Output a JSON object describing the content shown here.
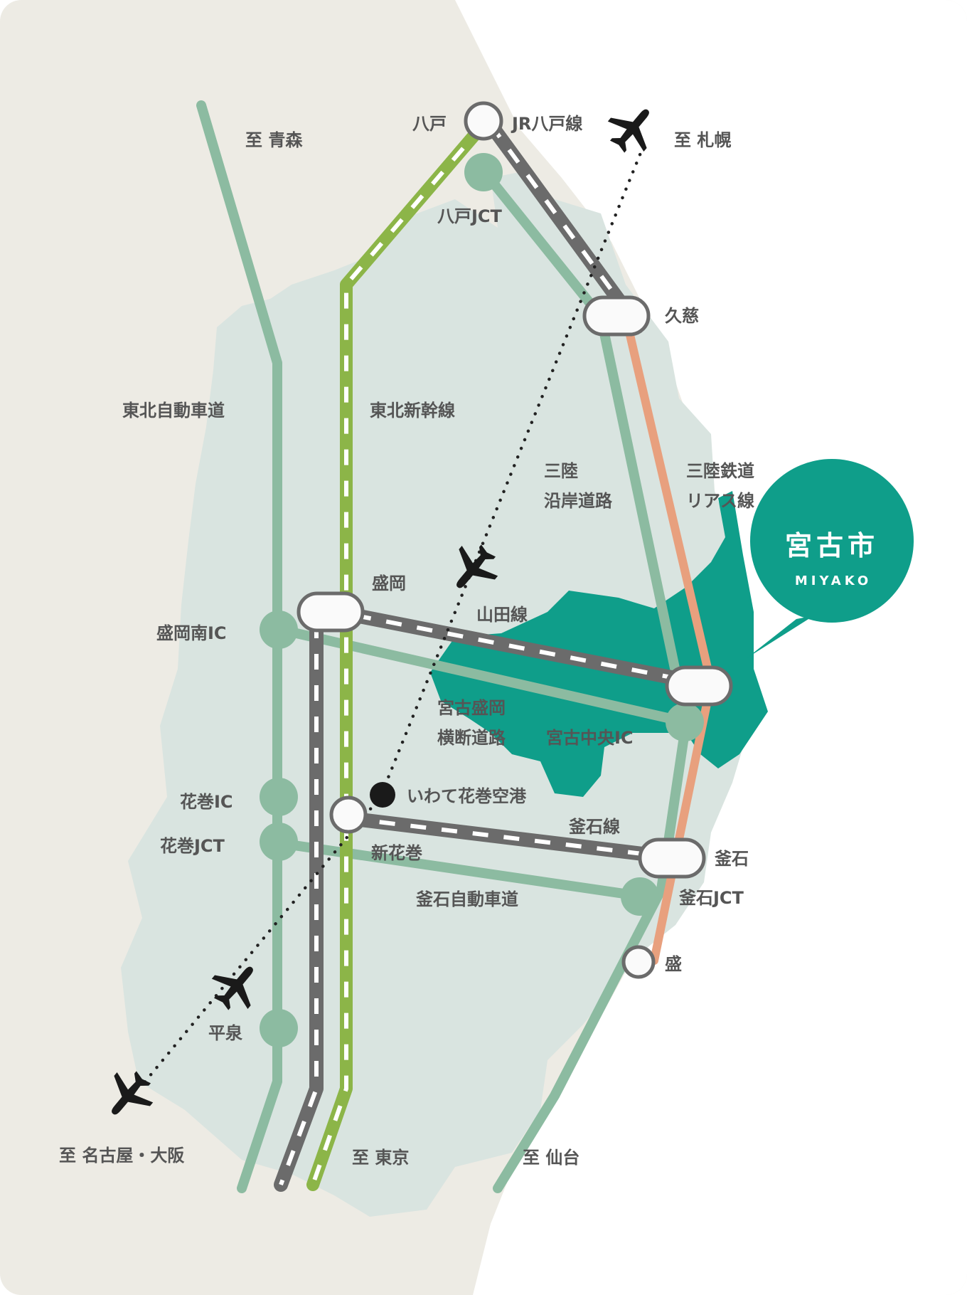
{
  "map": {
    "city": {
      "name": "宮古市",
      "romaji": "MIYAKO"
    },
    "directions": {
      "aomori": "至 青森",
      "sapporo": "至 札幌",
      "nagoya_osaka": "至 名古屋・大阪",
      "tokyo": "至 東京",
      "sendai": "至 仙台"
    },
    "routes": {
      "tohoku_expressway": "東北自動車道",
      "tohoku_shinkansen": "東北新幹線",
      "sanriku_road": [
        "三陸",
        "沿岸道路"
      ],
      "sanriku_railway": [
        "三陸鉄道",
        "リアス線"
      ],
      "jr_hachinohe_line": "JR八戸線",
      "yamada_line": "山田線",
      "kamaishi_line": "釜石線",
      "miyako_morioka_road": [
        "宮古盛岡",
        "横断道路"
      ],
      "kamaishi_expressway": "釜石自動車道"
    },
    "stations": {
      "hachinohe": "八戸",
      "kuji": "久慈",
      "morioka": "盛岡",
      "shin_hanamaki": "新花巻",
      "kamaishi": "釜石",
      "sakari": "盛"
    },
    "interchanges": {
      "hachinohe_jct": "八戸JCT",
      "morioka_minami_ic": "盛岡南IC",
      "miyako_chuo_ic": "宮古中央IC",
      "hanamaki_ic": "花巻IC",
      "hanamaki_jct": "花巻JCT",
      "kamaishi_jct": "釜石JCT",
      "hiraizumi": "平泉"
    },
    "airport": "いわて花巻空港",
    "colors": {
      "background": "#edebe4",
      "land": "#d9e4e0",
      "miyako_area": "#0f9e8a",
      "expressway": "#8cbba1",
      "shinkansen": "#8cb548",
      "jr_line": "#6b6b6b",
      "sanriku_railway": "#e8a07e",
      "label": "#555555"
    },
    "icons": [
      "airplane-icon",
      "airport-marker-icon"
    ]
  }
}
